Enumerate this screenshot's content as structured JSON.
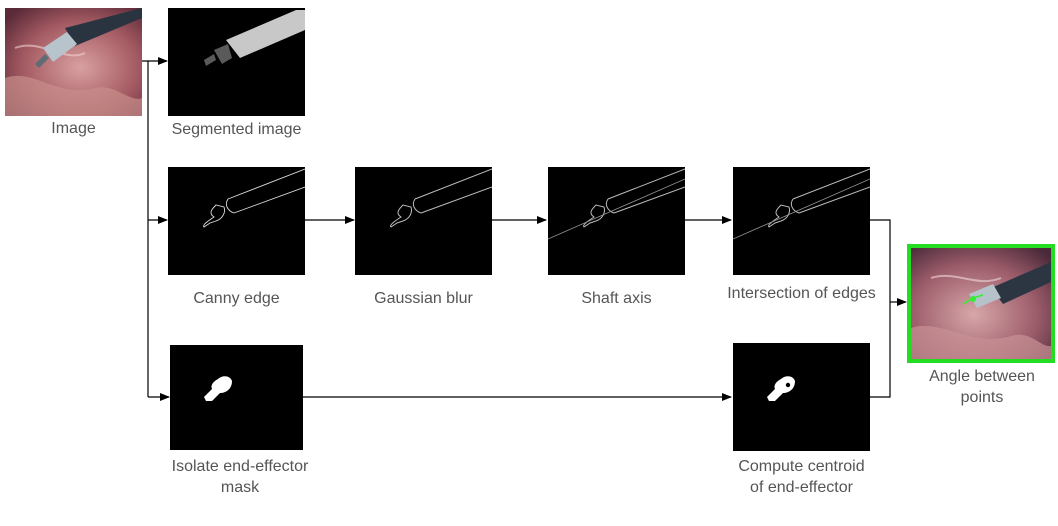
{
  "diagram": {
    "nodes": [
      {
        "id": "image",
        "label": "Image"
      },
      {
        "id": "segmented",
        "label": "Segmented image"
      },
      {
        "id": "canny",
        "label": "Canny edge"
      },
      {
        "id": "gaussian",
        "label": "Gaussian blur"
      },
      {
        "id": "shaft",
        "label": "Shaft axis"
      },
      {
        "id": "intersection",
        "label": "Intersection of edges"
      },
      {
        "id": "angle",
        "label": "Angle between points"
      },
      {
        "id": "isolate",
        "label": "Isolate end-effector mask"
      },
      {
        "id": "centroid",
        "label": "Compute centroid of end-effector"
      }
    ],
    "edges": [
      {
        "from": "image",
        "to": "segmented"
      },
      {
        "from": "image",
        "to": "canny"
      },
      {
        "from": "image",
        "to": "isolate"
      },
      {
        "from": "canny",
        "to": "gaussian"
      },
      {
        "from": "gaussian",
        "to": "shaft"
      },
      {
        "from": "shaft",
        "to": "intersection"
      },
      {
        "from": "intersection",
        "to": "angle"
      },
      {
        "from": "isolate",
        "to": "centroid"
      },
      {
        "from": "centroid",
        "to": "angle"
      }
    ],
    "colors": {
      "highlight_border": "#22dd22",
      "label_text": "#555555",
      "arrow": "#000000"
    }
  }
}
